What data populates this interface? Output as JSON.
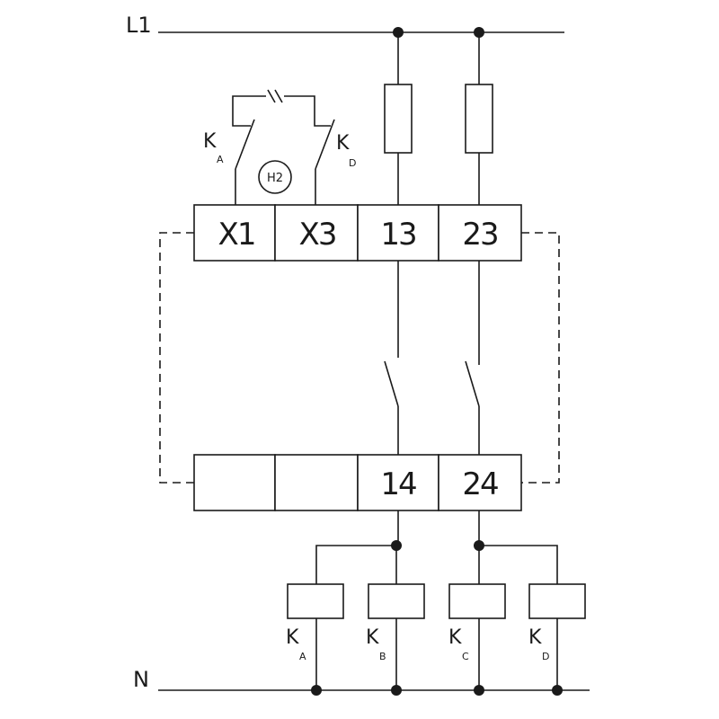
{
  "rails": {
    "supply": "L1",
    "neutral": "N"
  },
  "terminals": {
    "top": [
      "X1",
      "X3",
      "13",
      "23"
    ],
    "bottom": [
      "",
      "",
      "14",
      "24"
    ]
  },
  "lamp": {
    "label": "H2"
  },
  "contact_labels": [
    {
      "main": "K",
      "sub": "A"
    },
    {
      "main": "K",
      "sub": "D"
    }
  ],
  "coils": [
    {
      "main": "K",
      "sub": "A"
    },
    {
      "main": "K",
      "sub": "B"
    },
    {
      "main": "K",
      "sub": "C"
    },
    {
      "main": "K",
      "sub": "D"
    }
  ]
}
